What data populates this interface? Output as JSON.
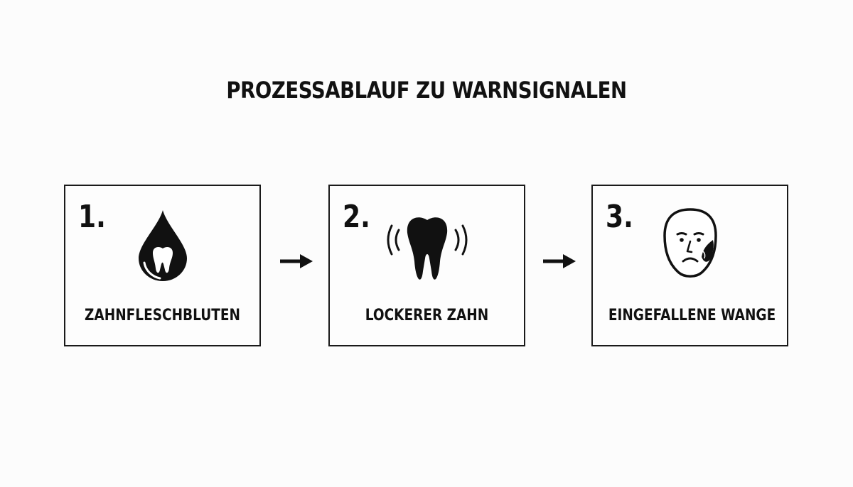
{
  "diagram": {
    "title": "PROZESSABLAUF ZU WARNSIGNALEN",
    "steps": [
      {
        "number": "1.",
        "label": "ZAHNFLESCHBLUTEN",
        "icon": "blood-drop-tooth-icon"
      },
      {
        "number": "2.",
        "label": "LOCKERER ZAHN",
        "icon": "wobbling-tooth-icon"
      },
      {
        "number": "3.",
        "label": "EINGEFALLENE WANGE",
        "icon": "sunken-cheek-face-icon"
      }
    ],
    "connector": "arrow-right-icon",
    "colors": {
      "background": "#fcfcfc",
      "ink": "#111111"
    }
  }
}
